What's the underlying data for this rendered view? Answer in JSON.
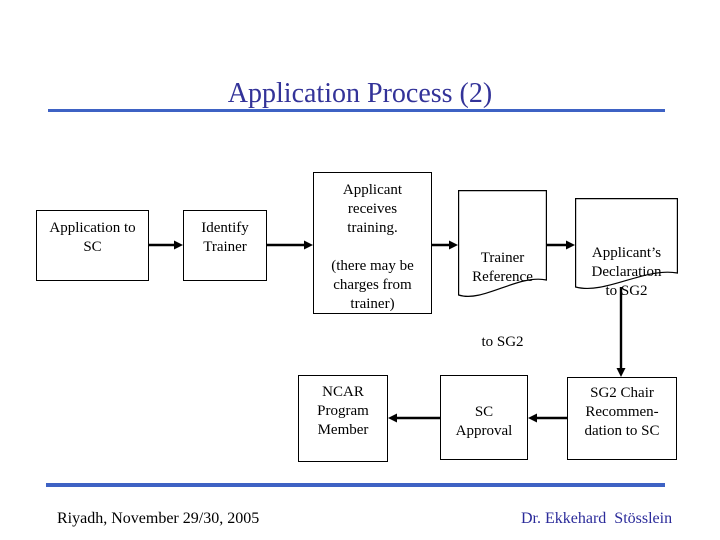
{
  "slide": {
    "title": "Application Process (2)",
    "footer_left": "Riyadh, November 29/30, 2005",
    "footer_right": "Dr. Ekkehard  Stösslein"
  },
  "colors": {
    "title_text": "#333399",
    "rule_line": "#3E62C4",
    "box_border": "#000000",
    "box_text": "#000000",
    "arrow": "#000000",
    "footer_left_text": "#000000",
    "footer_right_text": "#2B2B9A"
  },
  "nodes": {
    "application_to_sc": {
      "shape": "rect",
      "label": "Application to\nSC"
    },
    "identify_trainer": {
      "shape": "rect",
      "label": "Identify\nTrainer"
    },
    "applicant_training": {
      "shape": "rect",
      "label": "Applicant\nreceives\ntraining.\n\n(there may be\ncharges from\ntrainer)"
    },
    "trainer_reference": {
      "shape": "document",
      "label": "Trainer\nReference",
      "label2": "to SG2"
    },
    "applicant_declaration": {
      "shape": "document",
      "label": "Applicant’s\nDeclaration\nto SG2"
    },
    "ncar_program_member": {
      "shape": "rect",
      "label": "NCAR\nProgram\nMember"
    },
    "sc_approval": {
      "shape": "rect",
      "label": "SC\nApproval"
    },
    "sg2_chair_recommendation": {
      "shape": "rect",
      "label": "SG2 Chair\nRecommen-\ndation to SC"
    }
  },
  "edges": [
    {
      "from": "application_to_sc",
      "to": "identify_trainer"
    },
    {
      "from": "identify_trainer",
      "to": "applicant_training"
    },
    {
      "from": "applicant_training",
      "to": "trainer_reference"
    },
    {
      "from": "trainer_reference",
      "to": "applicant_declaration"
    },
    {
      "from": "applicant_declaration",
      "to": "sg2_chair_recommendation"
    },
    {
      "from": "sg2_chair_recommendation",
      "to": "sc_approval"
    },
    {
      "from": "sc_approval",
      "to": "ncar_program_member"
    }
  ]
}
